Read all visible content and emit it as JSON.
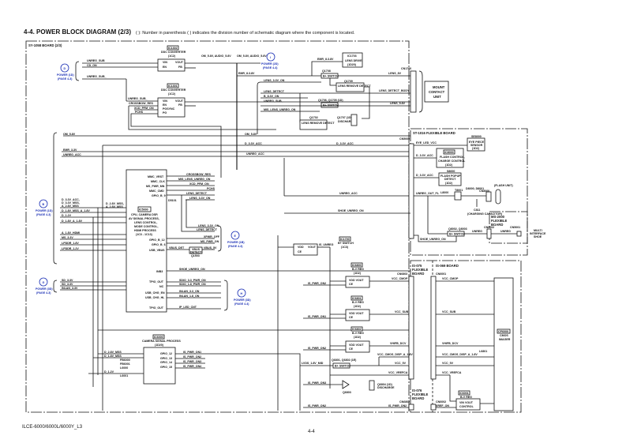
{
  "header": {
    "title": "4-4.  POWER BLOCK DIAGRAM (2/3)",
    "note": "( ): Number in parenthesis ( ) indicates the division number of schematic diagram where the component is located."
  },
  "footer": {
    "model": "ILCE-6000/6000L/6000Y_L3",
    "page": "4-4"
  },
  "boards": {
    "sy": "SY-1058 BOARD (2/3)",
    "st": "ST-1016 FLEXIBLE BOARD",
    "ms": "MS-2000 FLEXIBLE BOARD",
    "is075": "IS-075 FLEXIBLE BOARD",
    "is069": "IS-069 BOARD",
    "is076": "IS-076 FLEXIBLE BOARD"
  },
  "power_refs": {
    "D": {
      "letter": "D",
      "l1": "POWER (1D)",
      "l2": "(PAGE 4-3)"
    },
    "I": {
      "letter": "I",
      "l1": "POWER (2D)",
      "l2": "(PAGE 4-4)"
    },
    "B": {
      "letter": "B",
      "l1": "POWER (1D)",
      "l2": "(PAGE 4-3)"
    },
    "E": {
      "letter": "E",
      "l1": "POWER (1B)",
      "l2": "(PAGE 4-3)"
    },
    "G": {
      "letter": "G",
      "l1": "POWER (3D)",
      "l2": "(PAGE 4-3)"
    },
    "H": {
      "letter": "H",
      "l1": "POWER (3D)",
      "l2": "(PAGE 4-4)"
    }
  },
  "components": {
    "ic1302": {
      "ref": "IC1302",
      "name": "DDC CONVERTER",
      "div": "(1C2)",
      "pins": [
        "VIN",
        "EN",
        "VOUT",
        "FB"
      ]
    },
    "ic1301": {
      "ref": "IC1301",
      "name": "DDC CONVERTER",
      "div": "(1C2)",
      "pins": [
        "VIN",
        "EN",
        "PGSYNC",
        "PG",
        "VOUT",
        "FB"
      ]
    },
    "ic1703": {
      "ref": "IC1703",
      "name": "LENS DRIVE",
      "div": "(1D20)"
    },
    "q1708": {
      "ref": "Q1708",
      "name": "B+ SWITCH"
    },
    "q1709": {
      "ref": "Q1709",
      "name": "LENS REMOVE DETECT"
    },
    "q1706": {
      "ref": "Q1706, Q1705 (1D)",
      "name": "B+ SWITCH"
    },
    "q1702": {
      "ref": "Q1702",
      "name": "LENS REMOVE DETECT"
    },
    "q1707": {
      "ref": "Q1707 (1D)",
      "name": "DISCHARGE"
    },
    "mount": {
      "name": "MOUNT CONTACT UNIT",
      "cn": "CN1700"
    },
    "ic5000": {
      "ref": "IC5000",
      "lines": [
        "CPU, CAMERA DSP,",
        "AV SIGNAL PROCESS,",
        "LENS CONTROL,",
        "MODE CONTROL,",
        "HDMI PROCESS",
        "(1C3 - 1C13)"
      ]
    },
    "ic5000_pins": [
      "MMC_VRST",
      "MMC_CLK",
      "MS_PWR_MN",
      "MMC_CMD",
      "GPIO_B_9",
      "GPIO_B_12",
      "GPIO_B_6",
      "USB_VBUS",
      "INB3",
      "TPIO_OUT",
      "NC",
      "USB_CHG_EN",
      "USB_CHG_HL",
      "TPIO_OUT"
    ],
    "d5101": {
      "ref": "D5101"
    },
    "vbus": {
      "ref": "VBUS DETECT",
      "sub": "Q1503"
    },
    "ic6000": {
      "ref": "IC6000",
      "name": "CAMERA SIGNAL PROCESS",
      "div": "(1D20)",
      "pins": [
        "GPIO_12",
        "GPIO_13",
        "GPIO_14",
        "GPIO_15"
      ]
    },
    "ic1700b": {
      "ref": "IC1700",
      "name": "B+ SWITCH",
      "div": "(1C3)",
      "pins": [
        "VDD",
        "CE",
        "VOUT"
      ]
    },
    "ic6800": {
      "ref": "IC6800",
      "name": "B-V REG",
      "div": "(1D2)"
    },
    "ic6801": {
      "ref": "IC6801",
      "name": "B-V REG",
      "div": "(1D2)"
    },
    "ic6802": {
      "ref": "IC6802",
      "name": "B-V REG",
      "div": "(1D2)"
    },
    "q6801": {
      "ref": "Q6801, Q6802 (1E)",
      "name": "B+ SWITCH"
    },
    "q6803": {
      "ref": "Q6803"
    },
    "q6804": {
      "ref": "Q6804 (1D)",
      "name": "DISCHARGE"
    },
    "ic6001": {
      "ref": "IC6001",
      "name": "B-V REG",
      "pins": [
        "VIN",
        "VOUT",
        "CONTROL"
      ]
    },
    "cmos": {
      "ref": "CP6000",
      "name": "CMOS IMAGER"
    },
    "ic8000": {
      "ref": "IC8000",
      "name": "FLASH CONTROL, CHARGE CONTROL",
      "div": "(1D2)"
    },
    "se8000": {
      "ref": "SE8000",
      "name": "EYE PIECE SENSOR",
      "div": "(1D2)"
    },
    "s8000": {
      "ref": "S8000",
      "name": "FLASH POPUP DETECT",
      "div": "(1D2)"
    },
    "l8000": "L8000",
    "t8001": "T8001",
    "d8000": "D8000, D8001",
    "c811": {
      "ref": "C811",
      "name": "(CHARGING CAPACITOR)"
    },
    "cn8000": "CN8000",
    "cn8002": "CN8002",
    "flash": "(FLASH UNIT)",
    "q8002": {
      "ref": "Q8002, Q8003",
      "name": "B+ SWITCH"
    },
    "cn5000": "CN5000",
    "cn6001": "CN6001",
    "cn6803": "CN6803",
    "cn6802": "CN6802",
    "multi": "MULTI INTERFACE SHOE",
    "l6801": "L6801",
    "cn6803b": "CN6803",
    "cn6002": "CN6002"
  },
  "signals": {
    "unreg_sub": "UNREG_SUB",
    "cd_on": "CD_ON",
    "unreg_sub2": "UNREG_SUB_",
    "unreg_sub3": "UNREG_SUB_",
    "crossbow": "CROSSBOW_RES",
    "xcd_pfm": "XCD_PFM_ON",
    "pchs": "PCHS",
    "om_5v": "OM_5.8V",
    "om_5v_audio": "OM_5.8V, AUDIO_5.8V",
    "emr_8v": "EMR_8.3.8V",
    "lens_33v_on": "LENS_3.3V_ON",
    "lens_detect": "LENS_DETECT",
    "b_8v": "B_8.3V_ON",
    "unreg_sub4": "UNREG_SUB_",
    "mis_lens": "MIS_LENS_UNREG_ON",
    "lens_8v": "LENS_8V",
    "lens_detect_body": "LENS_DETECT_BODY",
    "lens_5v": "LENS_5.8V",
    "d_33v_acc": "D_3.3V_ACC",
    "emr_33v": "EMR_3.3V",
    "unreg_acc": "UNREG_ACC",
    "eye_led": "EYE_LED_VCC",
    "unreg_out_fl": "UNREG_OUT_FL",
    "shoe_unreg": "SHOE_UNREG_ON",
    "unreg": "UNREG",
    "b_left": [
      "D_3.3V_ACC,",
      "D_3.3V_MSS,",
      "A_2.8V_MSS",
      "D_1.8V_MSS_A_1.8V",
      "D_1.2V",
      "D_1.8V_A_1.8V",
      "A_1.8V_HDMI",
      "MS_3.3V",
      "LPDDR_1.8V",
      "LPDDR_1.2V"
    ],
    "d18": "D_2.8V_MSS, A_2.8V_MSS",
    "g_left": [
      "SD_3.3V",
      "SD_3.3V",
      "INLAN_3.3V"
    ],
    "mmc": [
      "CROSSBOW_RES",
      "MIS_LENS_UNREG_ON",
      "XCD_PFM_ON",
      "PCHS",
      "LENS_DETECT",
      "LENS_3.3V_ON"
    ],
    "e_sig": [
      "LENS_3.3V_ON",
      "LENS_DETECT",
      "XPWR_OFF",
      "MS_PWR_ON",
      "VBUS_DET",
      "VBUS_5V"
    ],
    "shoe_on": "SHOE_UNREG_ON",
    "h_sig": [
      "SDIO_3.3_PWR_ON",
      "SDIO_1.8_PWR_ON",
      "INLAN_3.3_ON",
      "INLAN_1.8_ON",
      "IP_LED_CNT"
    ],
    "is_pwr": [
      "IS_PWR_ON1",
      "IS_PWR_ON2",
      "IS_PWR_ON3",
      "IS_PWR_ON4"
    ],
    "ic6000_left": [
      "D_2.8V_MSS",
      "D_1.8V_MSS",
      "D_1.2V"
    ],
    "ic6000_io": [
      "FB6000",
      "FB6001",
      "L6000",
      "L6001"
    ],
    "is_unreg": "IS_UNREG",
    "is_pwr_on2": "IS_PWR_ON2",
    "is_pwr_on1": "IS_PWR_ON1",
    "is_pwr_on3": "IS_PWR_ON3",
    "lvds": "LVDS_1.8V_MID",
    "vccmos": [
      "VCC_CMOP",
      "VCC_SUB",
      "VHIFB_DCV",
      "VCC_CMOS_DISP_A_1.8V",
      "VCC_5V",
      "VCC_VREFCA"
    ],
    "vref": "VREF_ON"
  }
}
